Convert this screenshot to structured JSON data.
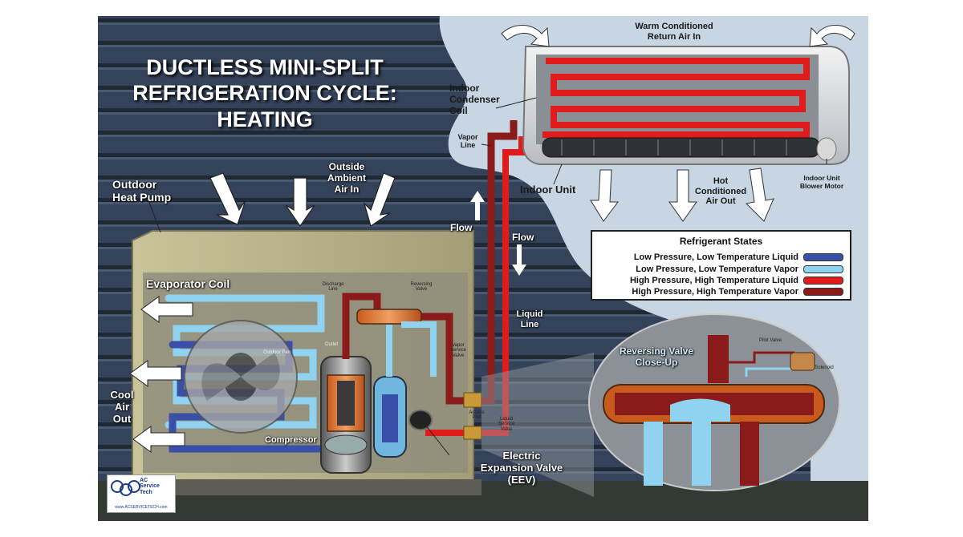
{
  "title": [
    "DUCTLESS MINI-SPLIT",
    "REFRIGERATION CYCLE:",
    "HEATING"
  ],
  "labels": {
    "outdoor_heat_pump": [
      "Outdoor",
      "Heat Pump"
    ],
    "outside_ambient_air": [
      "Outside",
      "Ambient",
      "Air In"
    ],
    "evaporator_coil": "Evaporator Coil",
    "cool_air_out": [
      "Cool",
      "Air",
      "Out"
    ],
    "compressor": "Compressor",
    "eev": [
      "Electric",
      "Expansion Valve",
      "(EEV)"
    ],
    "flow_up": "Flow",
    "flow_down": "Flow",
    "liquid_line": [
      "Liquid",
      "Line"
    ],
    "vapor_line": [
      "Vapor",
      "Line"
    ],
    "indoor_condenser_coil": [
      "Indoor",
      "Condenser",
      "Coil"
    ],
    "warm_return_air": [
      "Warm Conditioned",
      "Return Air In"
    ],
    "indoor_unit": "Indoor Unit",
    "hot_air_out": [
      "Hot",
      "Conditioned",
      "Air Out"
    ],
    "indoor_blower_motor": [
      "Indoor Unit",
      "Blower Motor"
    ],
    "reversing_valve": [
      "Reversing Valve",
      "Close-Up"
    ]
  },
  "small_labels": {
    "discharge_line": [
      "Discharge",
      "Line"
    ],
    "reversing_valve_small": [
      "Reversing",
      "Valve"
    ],
    "outdoor_fan": "Outdoor Fan",
    "outlet": "Outlet",
    "vapor_service_valve": [
      "Vapor",
      "Service",
      "Valve"
    ],
    "access_port": [
      "Access",
      "Port"
    ],
    "liquid_service_valve": [
      "Liquid",
      "Service",
      "Valve"
    ],
    "pilot_valve": "Pilot Valve",
    "solenoid": "Solenoid"
  },
  "legend": {
    "title": "Refrigerant States",
    "items": [
      {
        "label": "Low Pressure, Low Temperature Liquid",
        "color": "#3a4fa8"
      },
      {
        "label": "Low Pressure, Low Temperature Vapor",
        "color": "#8fd3f0"
      },
      {
        "label": "High Pressure, High Temperature Liquid",
        "color": "#e01b1b"
      },
      {
        "label": "High Pressure, High Temperature Vapor",
        "color": "#8b1a1a"
      }
    ]
  },
  "logo": {
    "line1": "AC",
    "line2": "Service",
    "line3": "Tech",
    "footer": "www.ACSERVICETECH.com"
  },
  "colors": {
    "wall": "#2f3b4d",
    "sky": "#c4d4e0",
    "unit_casing": "#b9b38c",
    "low_liquid": "#3a4fa8",
    "low_vapor": "#8fd3f0",
    "high_liquid": "#e01b1b",
    "high_vapor": "#8b1a1a"
  }
}
